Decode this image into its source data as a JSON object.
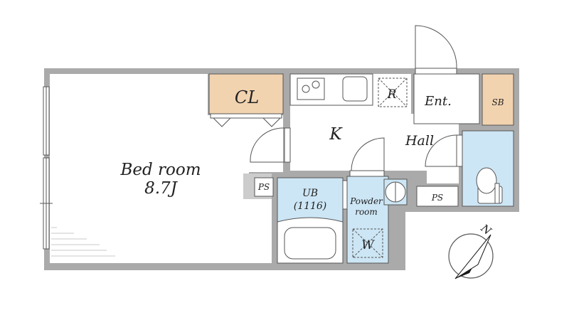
{
  "colors": {
    "wall": "#aaaaaa",
    "floor": "#ffffff",
    "closet": "#f2d3b0",
    "wet_area": "#cde6f5",
    "line": "#555555",
    "compass_needle": "#1a1a1a"
  },
  "rooms": {
    "bedroom": {
      "name": "Bed room",
      "size": "8.7J"
    },
    "closet": {
      "name": "CL"
    },
    "kitchen": {
      "name": "K"
    },
    "refrigerator": {
      "name": "R"
    },
    "entrance": {
      "name": "Ent."
    },
    "shoe_box": {
      "name": "SB"
    },
    "hall": {
      "name": "Hall"
    },
    "pipe_space_left": {
      "name": "PS"
    },
    "pipe_space_right": {
      "name": "PS"
    },
    "unit_bath": {
      "name": "UB",
      "spec": "(1116)"
    },
    "powder_room": {
      "line1": "Powder",
      "line2": "room"
    },
    "washer": {
      "name": "W"
    }
  },
  "compass": {
    "label": "N",
    "icon": "north-arrow-icon"
  }
}
